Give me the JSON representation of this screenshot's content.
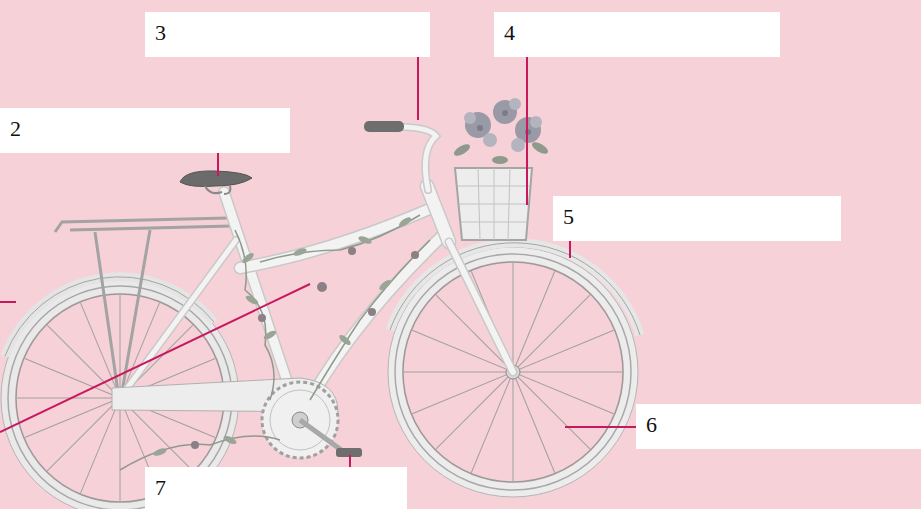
{
  "diagram": {
    "nodes": [
      {
        "text": [
          "3"
        ]
      },
      {
        "text": [
          "4"
        ]
      },
      {
        "text": [
          "2"
        ]
      },
      {
        "text": [
          "5"
        ]
      },
      {
        "text": [
          "6"
        ]
      },
      {
        "text": [
          "7"
        ]
      }
    ]
  }
}
